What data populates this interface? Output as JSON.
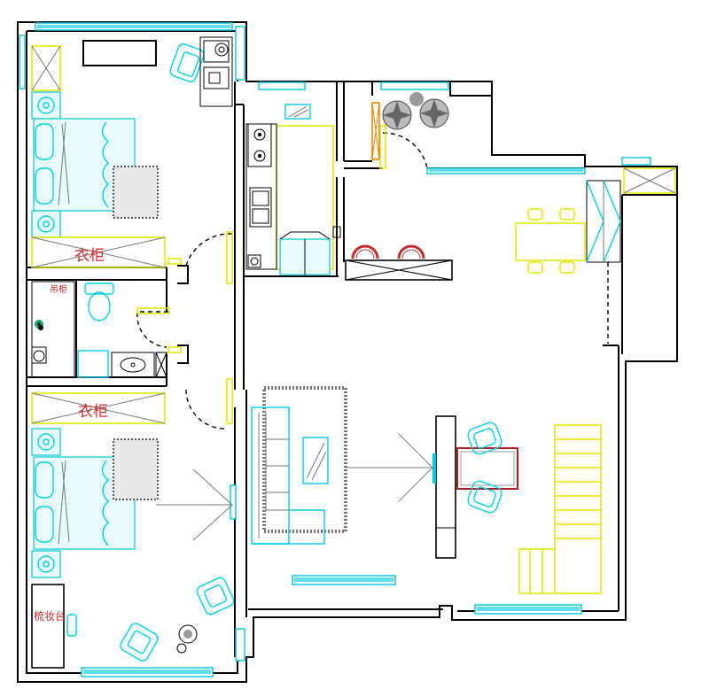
{
  "labels": {
    "wardrobe_top": "衣柜",
    "wardrobe_bottom": "衣柜",
    "dresser": "梳妆台",
    "bath_cabinet": "吊柜"
  },
  "colors": {
    "wall": "#000000",
    "window": "#00c8d8",
    "furniture_cyan": "#00d0e0",
    "furniture_yellow": "#e6e600",
    "label_red": "#d03030",
    "rug_gray": "#777777",
    "table_red": "#b02020"
  },
  "icons": {
    "bed": "double-bed-icon",
    "chair": "armchair-icon",
    "plant": "potted-plant-icon",
    "toilet": "toilet-icon",
    "sink": "washbasin-icon",
    "stove": "gas-stove-icon",
    "stairs": "staircase-icon"
  }
}
